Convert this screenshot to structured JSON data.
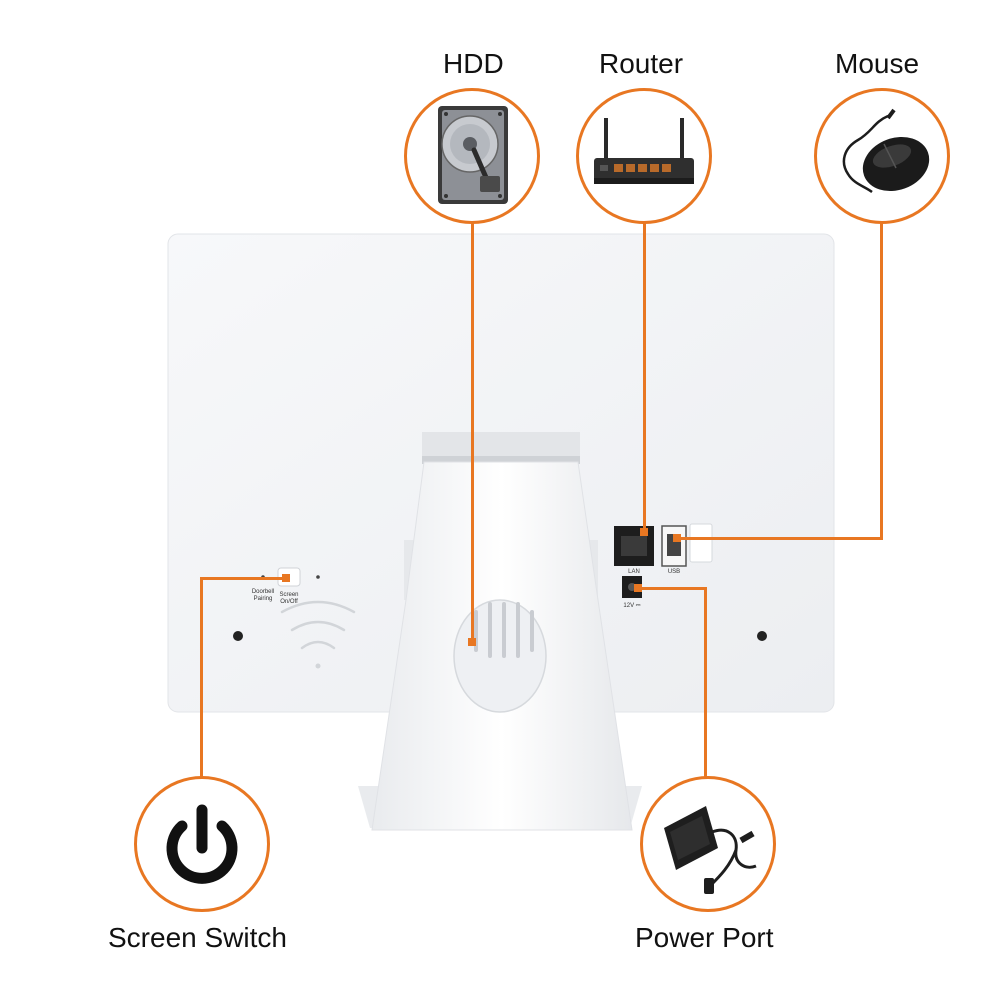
{
  "callouts": {
    "hdd": "HDD",
    "router": "Router",
    "mouse": "Mouse",
    "screen_switch": "Screen Switch",
    "power_port": "Power Port"
  },
  "device_labels": {
    "doorbell_pairing": "Doorbell Pairing",
    "screen_on_off": "Screen On/Off",
    "lan": "LAN",
    "usb": "USB",
    "dc_input": "12V ⎓"
  },
  "colors": {
    "accent": "#e87722",
    "device_body": "#f4f5f7"
  },
  "icons": [
    "hdd-icon",
    "router-icon",
    "mouse-icon",
    "power-icon",
    "power-adapter-icon"
  ]
}
